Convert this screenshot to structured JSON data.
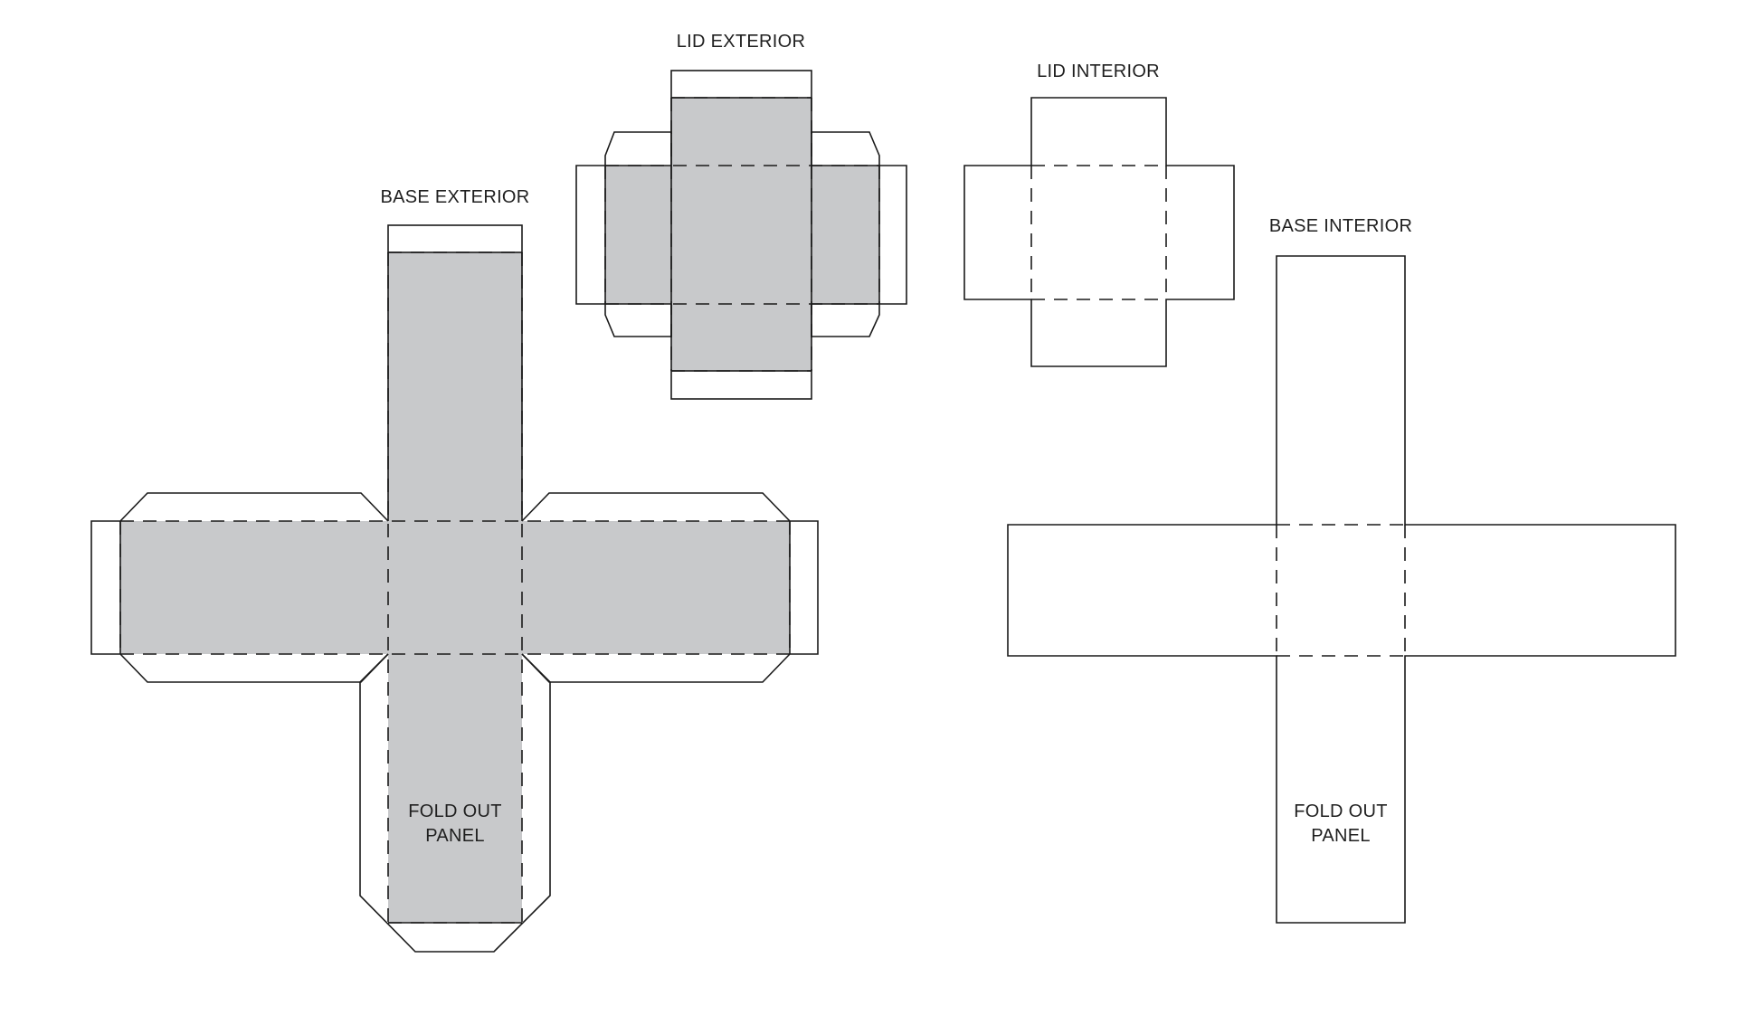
{
  "template": {
    "lid_exterior": {
      "label": "LID EXTERIOR"
    },
    "lid_interior": {
      "label": "LID INTERIOR"
    },
    "base_exterior": {
      "label": "BASE EXTERIOR",
      "panel_label": [
        "FOLD OUT",
        "PANEL"
      ]
    },
    "base_interior": {
      "label": "BASE INTERIOR",
      "panel_label": [
        "FOLD OUT",
        "PANEL"
      ]
    }
  },
  "colors": {
    "fill": "#c8c9cb",
    "line": "#1a1a1a",
    "text": "#1f1f1f"
  }
}
